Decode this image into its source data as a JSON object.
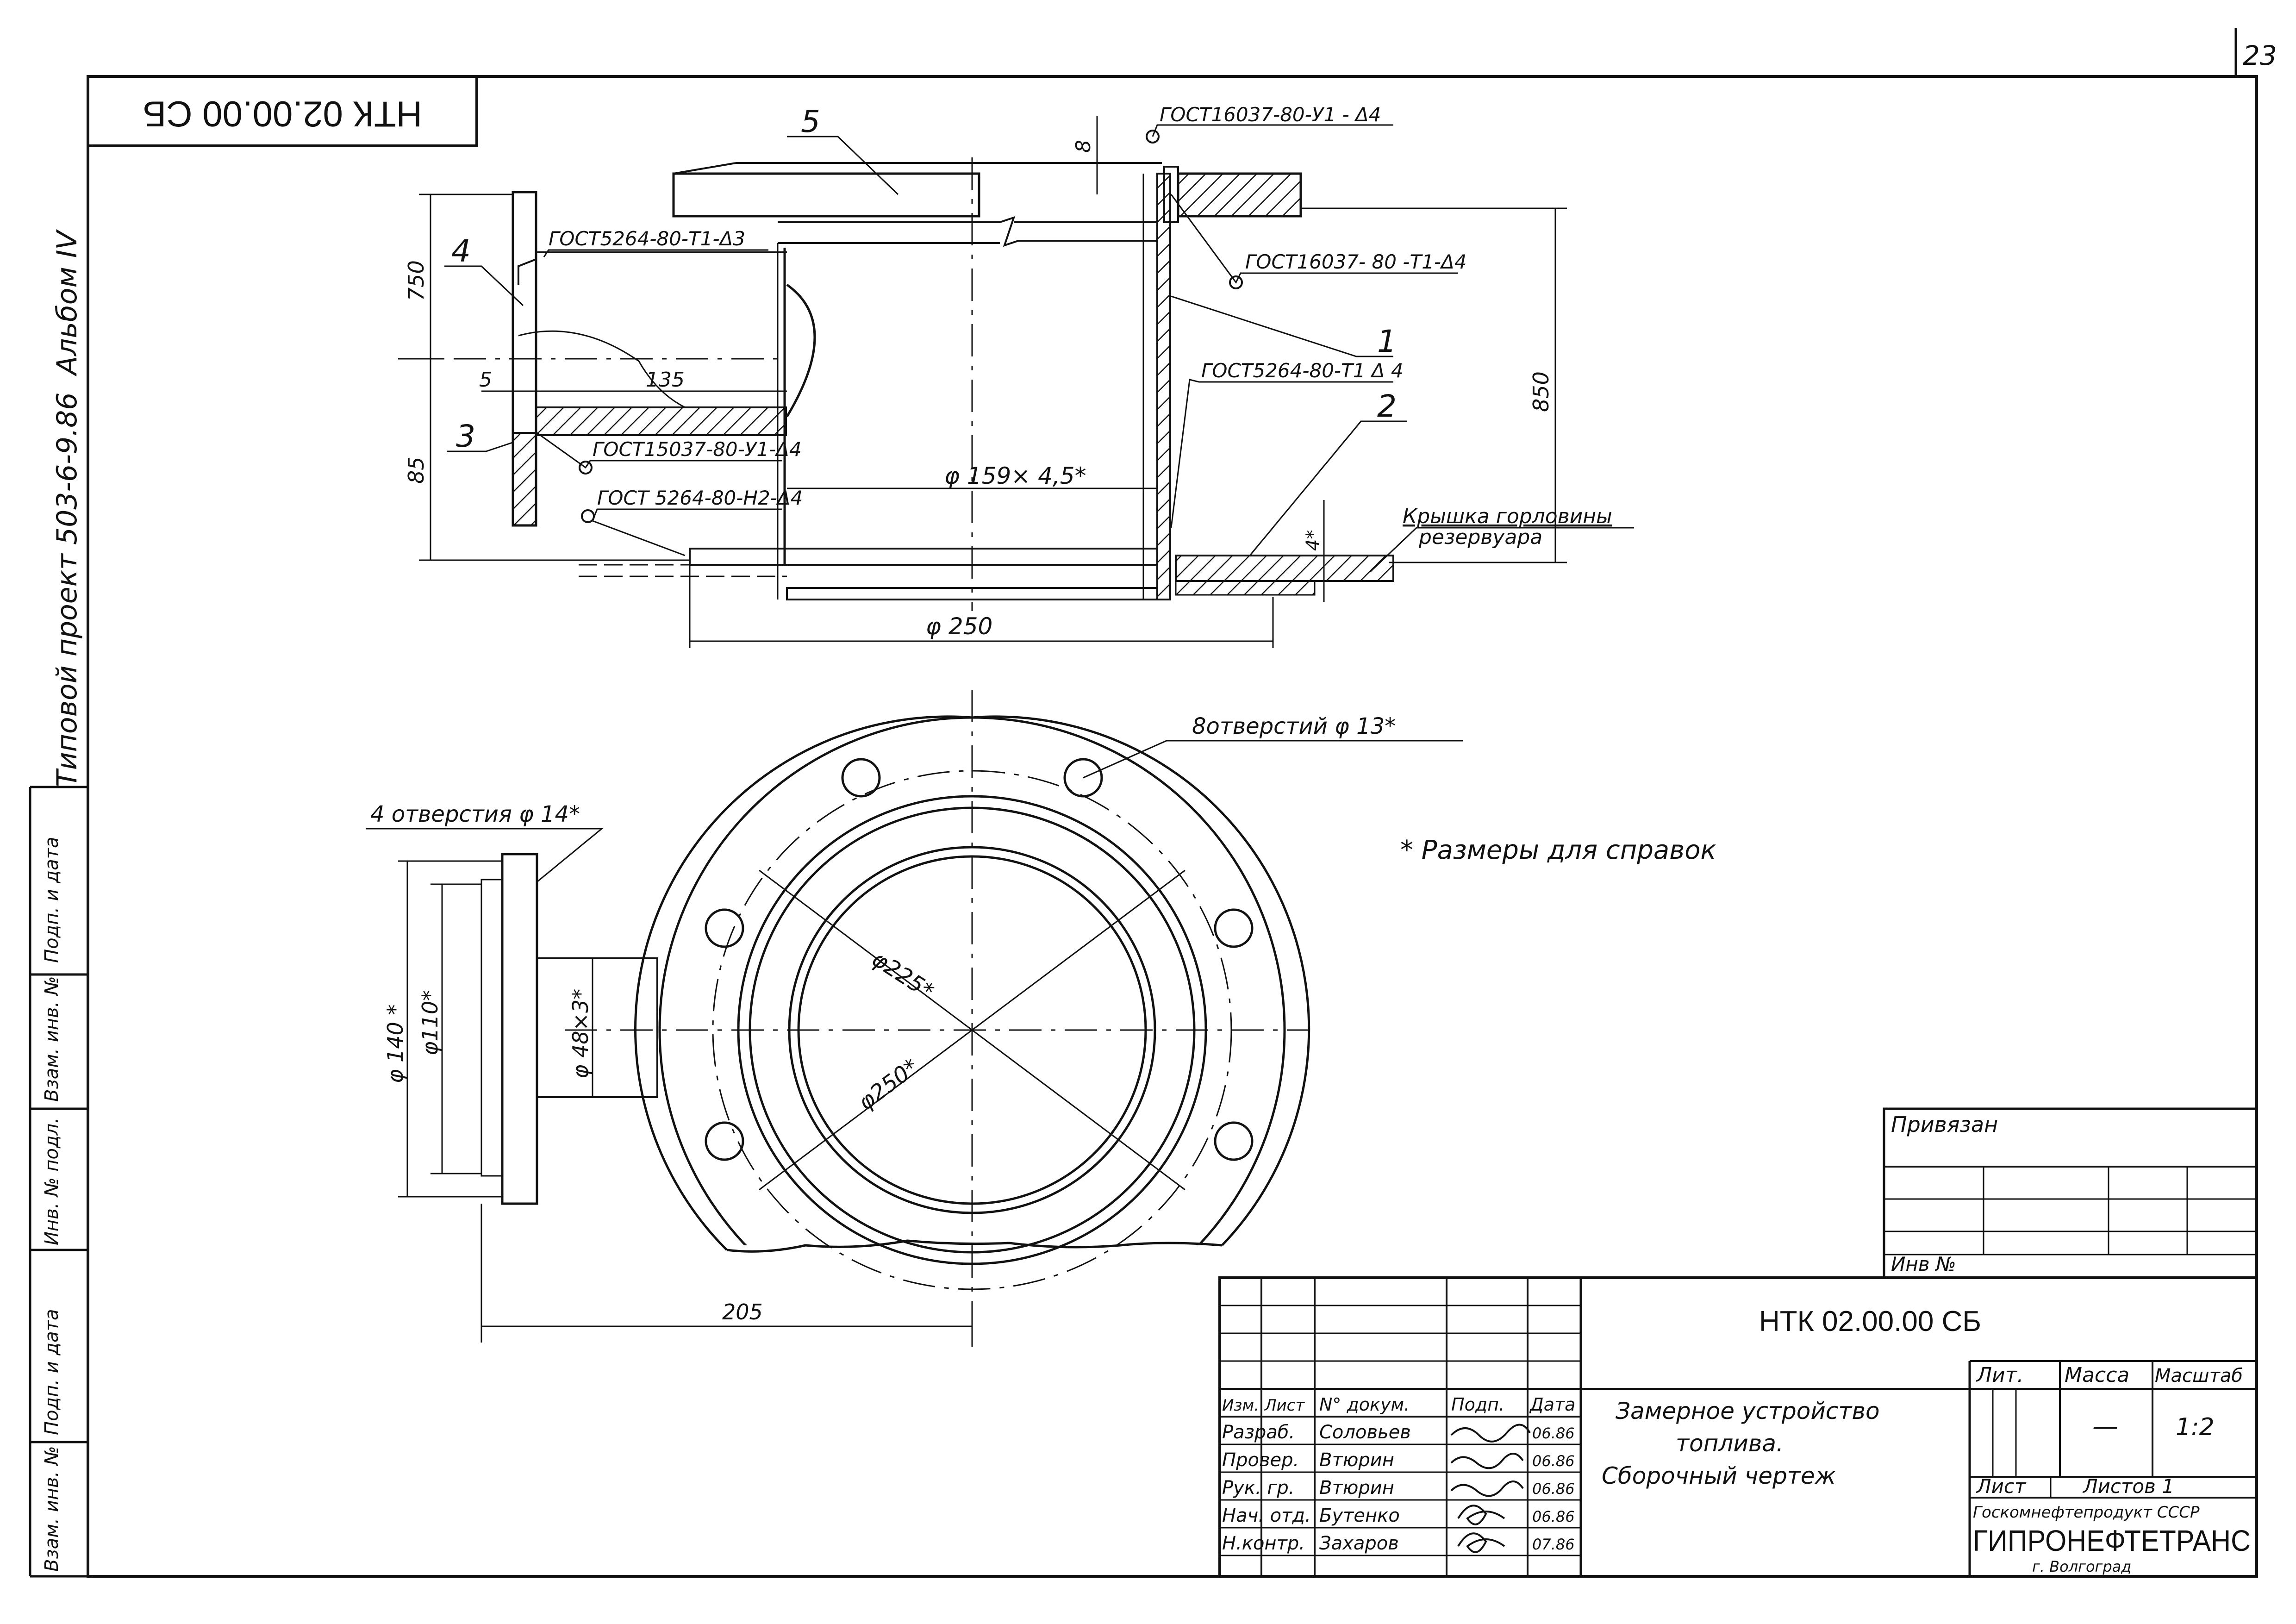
{
  "corner_page_number": "23",
  "top_stamp_code": "НТК 02.00.00 СБ",
  "album_line": {
    "project_title": "Типовой проект 503-6-9.86",
    "album": "Альбом IV"
  },
  "side_strip": {
    "texts": [
      "Подп. и дата",
      "Взам. инв. №",
      "Инв. № подл.",
      "Подп. и дата",
      "Взам. инв. №"
    ]
  },
  "section_view": {
    "position_numbers": [
      "5",
      "4",
      "3",
      "1",
      "2"
    ],
    "dim_750": "750",
    "dim_85": "85",
    "dim_5": "5",
    "dim_135": "135",
    "dim_8": "8",
    "dim_850": "850",
    "dim_4": "4*",
    "pipe_dia": "φ 159× 4,5*",
    "flange_dia": "φ 250",
    "weld_notes": [
      "ГОСТ16037-80-У1 - Δ4",
      "ГОСТ5264-80-Т1-Δ3",
      "ГОСТ16037- 80 -Т1-Δ4",
      "ГОСТ5264-80-Т1 Δ 4",
      "ГОСТ15037-80-У1-Δ4",
      "ГОСТ 5264-80-Н2-Δ4"
    ],
    "hatch_label_1": "Крышка горловины",
    "hatch_label_2": "резервуара"
  },
  "plan_view": {
    "holes_8": "8отверстий φ 13*",
    "holes_4": "4 отверстия φ 14*",
    "dia_225": "φ225*",
    "dia_250": "φ250*",
    "dia_140": "φ 140 *",
    "dia_110": "φ110*",
    "pipe_48": "φ 48×3*",
    "dim_205": "205"
  },
  "reference_note": "* Размеры для справок",
  "binding_box": {
    "title": "Привязан",
    "inv_label": "Инв №"
  },
  "title_block": {
    "code": "НТК 02.00.00 СБ",
    "col_headers": [
      "Изм.",
      "Лист",
      "N° докум.",
      "Подп.",
      "Дата"
    ],
    "rows": [
      {
        "role": "Разраб.",
        "name": "Соловьев",
        "date": "06.86"
      },
      {
        "role": "Провер.",
        "name": "Втюрин",
        "date": "06.86"
      },
      {
        "role": "Рук. гр.",
        "name": "Втюрин",
        "date": "06.86"
      },
      {
        "role": "Нач. отд.",
        "name": "Бутенко",
        "date": "06.86"
      },
      {
        "role": "Н.контр.",
        "name": "Захаров",
        "date": "07.86"
      }
    ],
    "name_line_1": "Замерное устройство",
    "name_line_2": "топлива.",
    "name_line_3": "Сборочный чертеж",
    "lit_header": "Лит.",
    "mass_header": "Масса",
    "scale_header": "Масштаб",
    "mass_value": "—",
    "scale_value": "1:2",
    "sheet_label": "Лист",
    "sheets_label": "Листов 1",
    "org_line": "Госкомнефтепродукт СССР",
    "org_name": "ГИПРОНЕФТЕТРАНС",
    "city": "г. Волгоград"
  }
}
